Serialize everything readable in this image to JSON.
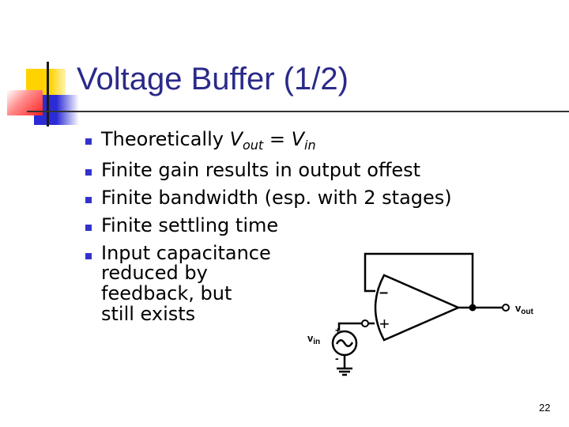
{
  "slide": {
    "title": "Voltage Buffer (1/2)",
    "page_number": "22",
    "accent_color": "#2a2a8a",
    "bullet_color": "#3333cc"
  },
  "bullets": [
    {
      "prefix": "Theoretically ",
      "v1": "V",
      "v1_sub": "out",
      "eq": " = ",
      "v2": "V",
      "v2_sub": "in"
    },
    {
      "text": "Finite gain results in output offest"
    },
    {
      "text": "Finite bandwidth (esp. with 2 stages)"
    },
    {
      "text": "Finite settling time"
    },
    {
      "lines": [
        "Input capacitance",
        "reduced by",
        "feedback, but",
        "still exists"
      ]
    }
  ],
  "circuit": {
    "vin_label": "v",
    "vin_sub": "in",
    "vout_label": "v",
    "vout_sub": "out",
    "minus": "–",
    "plus": "+"
  }
}
